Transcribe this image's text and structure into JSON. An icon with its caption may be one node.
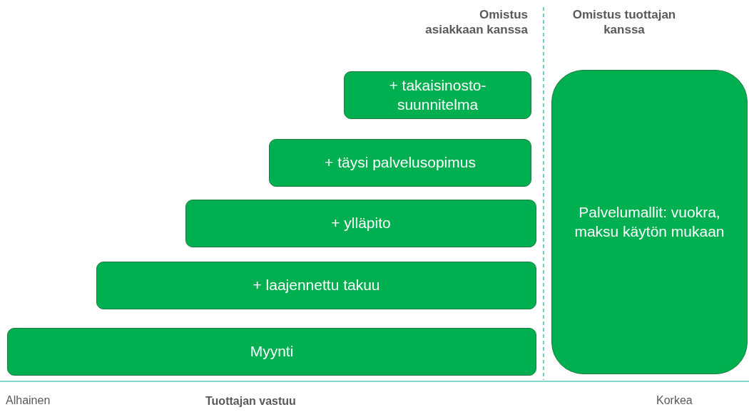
{
  "diagram": {
    "nodes": [
      {
        "text": [
          "+ takaisinosto-suunnitelma"
        ]
      },
      {
        "text": [
          "+ täysi palvelusopimus"
        ]
      },
      {
        "text": [
          "+ ylläpito"
        ]
      },
      {
        "text": [
          "+ laajennettu takuu"
        ]
      },
      {
        "text": [
          "Myynti"
        ]
      },
      {
        "text": [
          "Palvelumallit: vuokra, maksu käytön mukaan"
        ]
      }
    ],
    "labels": [
      "Omistus asiakkaan kanssa",
      "Omistus tuottajan kanssa",
      "Alhainen",
      "Tuottajan vastuu",
      "Korkea"
    ]
  }
}
